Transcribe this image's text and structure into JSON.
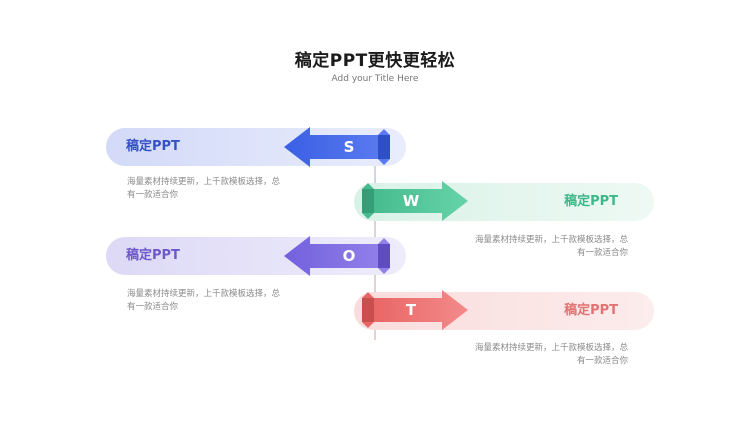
{
  "header": {
    "title": "稿定PPT更快更轻松",
    "subtitle": "Add your Title Here"
  },
  "items": [
    {
      "letter": "S",
      "label": "稿定PPT",
      "desc_line1": "海量素材持续更新，上千款模板选择，总",
      "desc_line2": "有一款适合你",
      "color": "#3f62e6"
    },
    {
      "letter": "W",
      "label": "稿定PPT",
      "desc_line1": "海量素材持续更新，上千款模板选择，总",
      "desc_line2": "有一款适合你",
      "color": "#4cc497"
    },
    {
      "letter": "O",
      "label": "稿定PPT",
      "desc_line1": "海量素材持续更新，上千款模板选择，总",
      "desc_line2": "有一款适合你",
      "color": "#7c66e0"
    },
    {
      "letter": "T",
      "label": "稿定PPT",
      "desc_line1": "海量素材持续更新，上千款模板选择，总",
      "desc_line2": "有一款适合你",
      "color": "#ec6f6f"
    }
  ]
}
